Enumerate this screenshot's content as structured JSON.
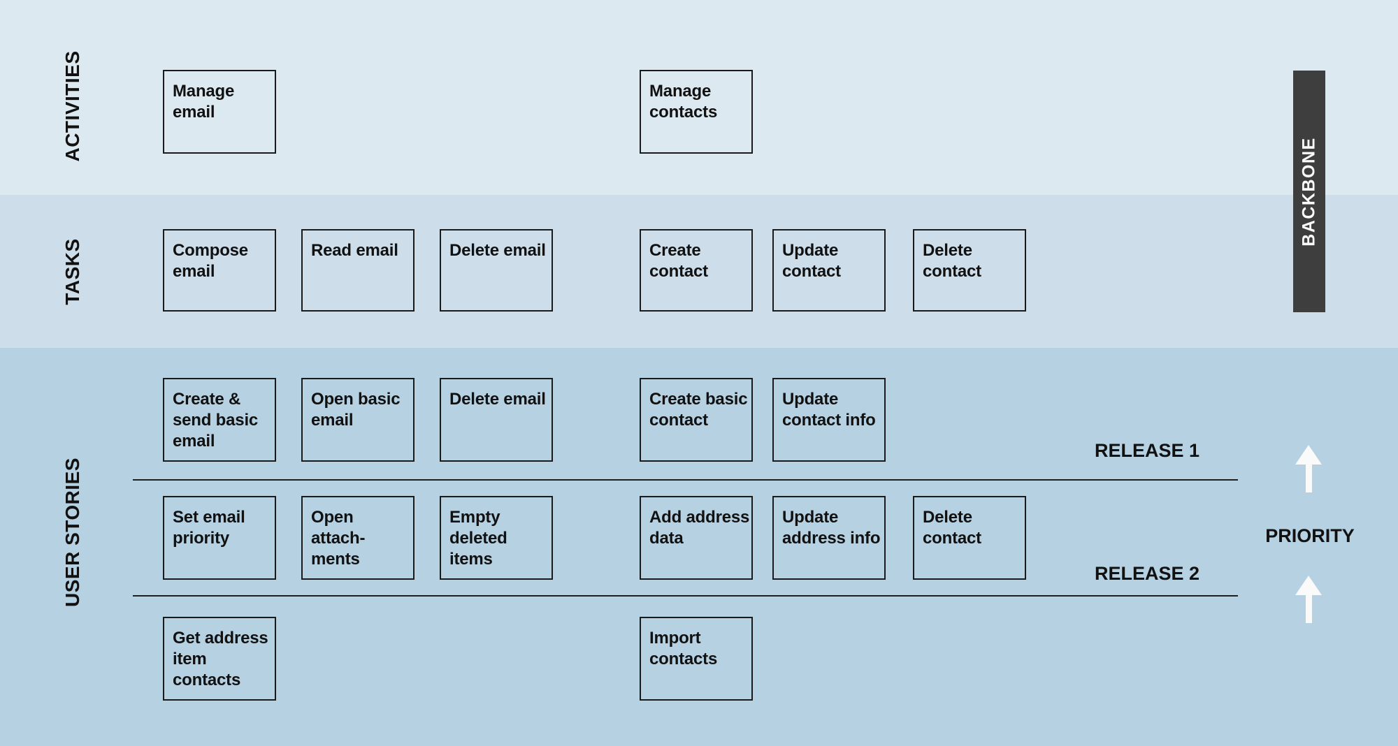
{
  "diagram": {
    "row_labels": {
      "activities": "ACTIVITIES",
      "tasks": "TASKS",
      "user_stories": "USER STORIES"
    },
    "backbone": "BACKBONE",
    "priority": "PRIORITY",
    "release_1": "RELEASE 1",
    "release_2": "RELEASE 2"
  },
  "activities": {
    "manage_email": "Manage email",
    "manage_contacts": "Manage contacts"
  },
  "tasks": {
    "compose_email": "Compose email",
    "read_email": "Read email",
    "delete_email": "Delete email",
    "create_contact": "Create contact",
    "update_contact": "Update contact",
    "delete_contact": "Delete contact"
  },
  "stories_release_1": {
    "create_send_basic_email": "Create & send basic email",
    "open_basic_email": "Open basic email",
    "delete_email": "Delete email",
    "create_basic_contact": "Create basic contact",
    "update_contact_info": "Update contact info"
  },
  "stories_release_2": {
    "set_email_priority": "Set email priority",
    "open_attachments": "Open attach-ments",
    "empty_deleted_items": "Empty deleted items",
    "add_address_data": "Add address data",
    "update_address_info": "Update address info",
    "delete_contact": "Delete contact"
  },
  "stories_release_3": {
    "get_address_item_contacts": "Get address item contacts",
    "import_contacts": "Import contacts"
  },
  "colors": {
    "band_activities": "#dde9f0",
    "band_tasks": "#cdddea",
    "band_stories": "#b5d1e2",
    "backbone_bg": "#3e3e3e",
    "box_border": "#1a1a1a",
    "text": "#111111",
    "arrow": "#fafafa",
    "divider": "#1f1f1f"
  }
}
